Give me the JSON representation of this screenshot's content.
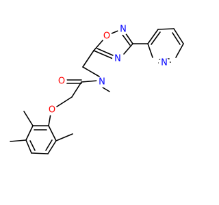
{
  "colors": {
    "bond": "#000000",
    "oxygen": "#ff0000",
    "nitrogen": "#0000ff",
    "background": "#ffffff"
  },
  "molecule": {
    "atoms": {
      "o_carbonyl": "O",
      "n_amide": "N",
      "o_ring": "O",
      "n_ring_top": "N",
      "n_ring_bottom": "N",
      "n_pyridine": "N",
      "o_ether": "O"
    }
  }
}
